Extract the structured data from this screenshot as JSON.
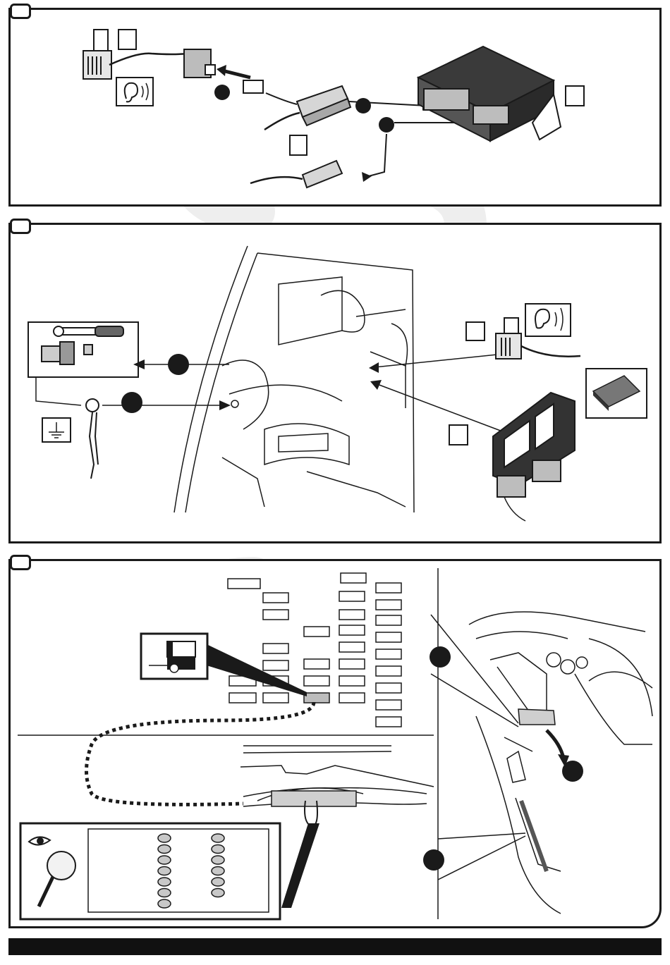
{
  "colors": {
    "ink": "#1a1a1a",
    "watermark": "#eeeeee",
    "bar": "#111111",
    "fuse_highlight": "#bdbdbd",
    "led": "#c8c8c8"
  },
  "icons": [
    "ear-sound-icon",
    "ground-icon",
    "tape-icon",
    "magnifier-eye-icon",
    "ratchet-icon"
  ],
  "steps": [
    {
      "tab": ""
    },
    {
      "tab": ""
    },
    {
      "tab": ""
    }
  ],
  "fuse_panel": {
    "highlighted_slot": 1
  },
  "led_panel": {
    "column_1_count": 7,
    "column_2_count": 6
  }
}
